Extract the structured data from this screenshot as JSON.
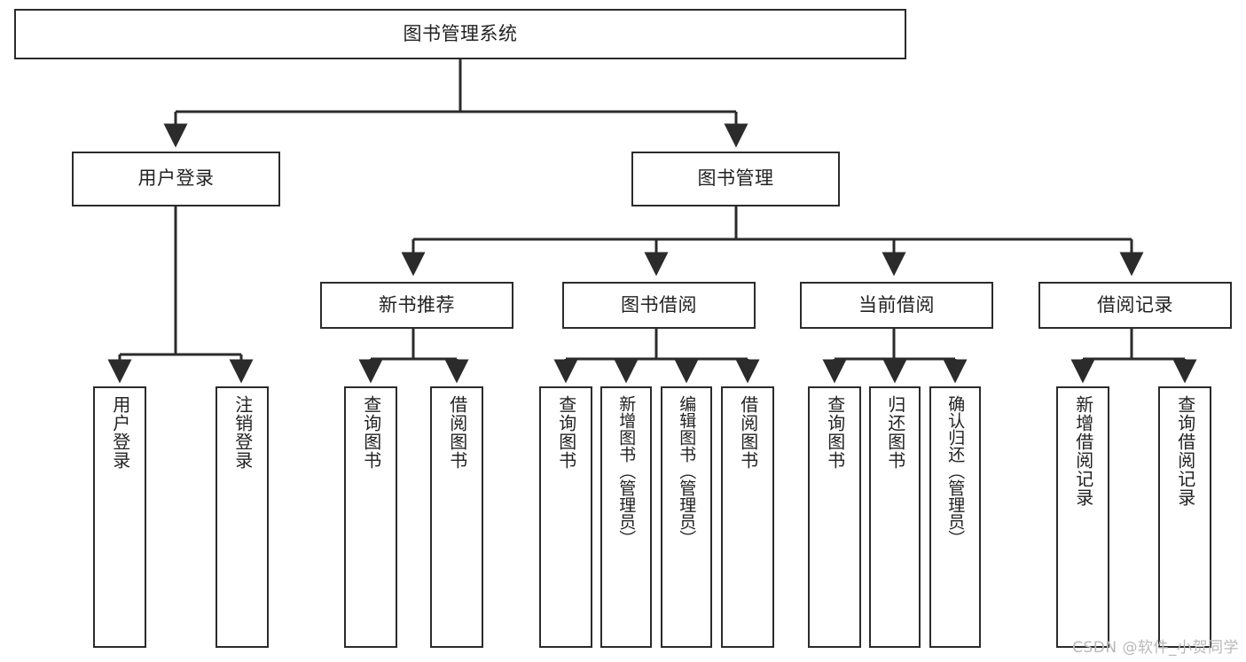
{
  "diagram": {
    "title": "图书管理系统",
    "type": "hierarchy-tree",
    "stroke_color": "#2b2b2b",
    "background_color": "#ffffff",
    "text_color": "#222222",
    "watermark": "CSDN @软件_小贺同学",
    "levels": [
      {
        "level": 1,
        "nodes": [
          {
            "id": "root",
            "label": "图书管理系统",
            "orientation": "horizontal"
          }
        ]
      },
      {
        "level": 2,
        "nodes": [
          {
            "id": "login",
            "label": "用户登录",
            "orientation": "horizontal",
            "parent": "root"
          },
          {
            "id": "bookmgr",
            "label": "图书管理",
            "orientation": "horizontal",
            "parent": "root"
          }
        ]
      },
      {
        "level": 3,
        "nodes": [
          {
            "id": "newbook",
            "label": "新书推荐",
            "orientation": "horizontal",
            "parent": "bookmgr"
          },
          {
            "id": "borrow",
            "label": "图书借阅",
            "orientation": "horizontal",
            "parent": "bookmgr"
          },
          {
            "id": "current",
            "label": "当前借阅",
            "orientation": "horizontal",
            "parent": "bookmgr"
          },
          {
            "id": "record",
            "label": "借阅记录",
            "orientation": "horizontal",
            "parent": "bookmgr"
          }
        ]
      },
      {
        "level": 4,
        "nodes": [
          {
            "id": "leaf1",
            "label": "用户登录",
            "orientation": "vertical",
            "parent": "login"
          },
          {
            "id": "leaf2",
            "label": "注销登录",
            "orientation": "vertical",
            "parent": "login"
          },
          {
            "id": "leaf3",
            "label": "查询图书",
            "orientation": "vertical",
            "parent": "newbook"
          },
          {
            "id": "leaf4",
            "label": "借阅图书",
            "orientation": "vertical",
            "parent": "newbook"
          },
          {
            "id": "leaf5",
            "label": "查询图书",
            "orientation": "vertical",
            "parent": "borrow"
          },
          {
            "id": "leaf6",
            "label": "新增图书（管理员）",
            "orientation": "vertical",
            "parent": "borrow"
          },
          {
            "id": "leaf7",
            "label": "编辑图书（管理员）",
            "orientation": "vertical",
            "parent": "borrow"
          },
          {
            "id": "leaf8",
            "label": "借阅图书",
            "orientation": "vertical",
            "parent": "borrow"
          },
          {
            "id": "leaf9",
            "label": "查询图书",
            "orientation": "vertical",
            "parent": "current"
          },
          {
            "id": "leaf10",
            "label": "归还图书",
            "orientation": "vertical",
            "parent": "current"
          },
          {
            "id": "leaf11",
            "label": "确认归还（管理员）",
            "orientation": "vertical",
            "parent": "current"
          },
          {
            "id": "leaf12",
            "label": "新增借阅记录",
            "orientation": "vertical",
            "parent": "record"
          },
          {
            "id": "leaf13",
            "label": "查询借阅记录",
            "orientation": "vertical",
            "parent": "record"
          }
        ]
      }
    ]
  }
}
